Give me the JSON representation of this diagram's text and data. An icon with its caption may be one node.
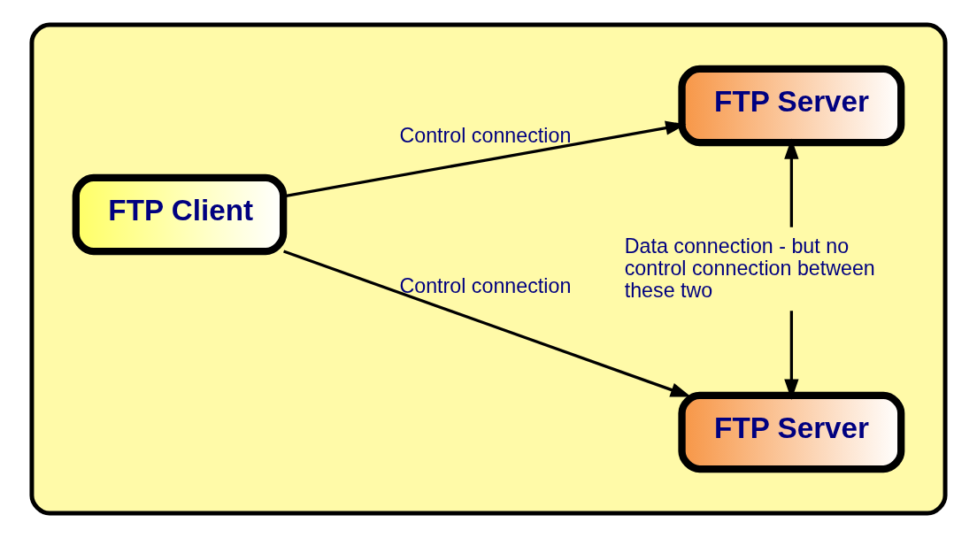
{
  "diagram": {
    "nodes": [
      {
        "text": [],
        "shape": "box"
      },
      {
        "text": [
          "FTP Client"
        ],
        "in": 0
      },
      {
        "text": [
          "FTP Server"
        ],
        "in": 0
      },
      {
        "text": [
          "FTP Server"
        ],
        "in": 0
      }
    ],
    "edges": [
      {
        "from": 1,
        "to": 2,
        "arrow": "to",
        "label": "Control connection"
      },
      {
        "from": 1,
        "to": 3,
        "arrow": "to",
        "label": "Control connection"
      },
      {
        "from": 2,
        "to": 3,
        "arrow": "both",
        "label": "Data connection - but no control connection between these two"
      }
    ]
  }
}
